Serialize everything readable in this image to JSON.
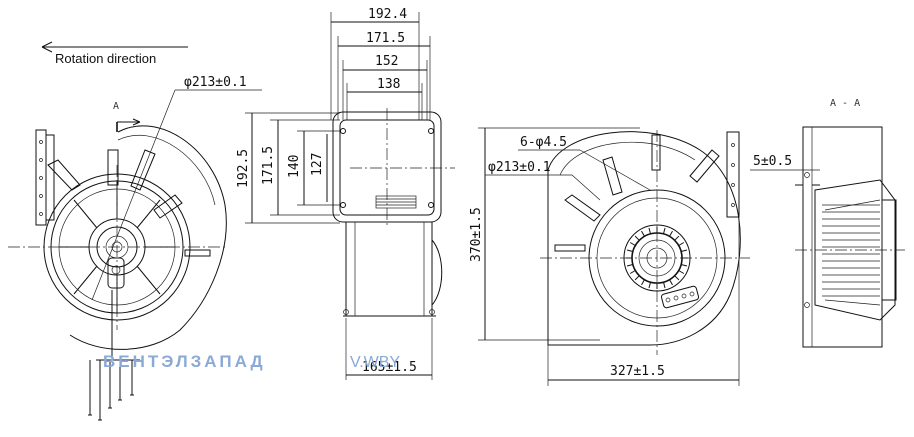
{
  "rotation": {
    "label": "Rotation direction",
    "arrow_icon": "arrow-left-icon"
  },
  "front_view": {
    "diameter": "φ213±0.1",
    "section_marker": "A"
  },
  "side_view": {
    "widths": [
      "192.4",
      "171.5",
      "152",
      "138"
    ],
    "heights": [
      "192.5",
      "171.5",
      "140",
      "127"
    ],
    "depth": "165±1.5"
  },
  "rear_view": {
    "holes": "6-φ4.5",
    "diameter": "φ213±0.1",
    "height": "370±1.5",
    "width": "327±1.5"
  },
  "section_view": {
    "title": "A - A",
    "offset": "5±0.5"
  },
  "watermark": {
    "brand": "ВЕНТЭЛЗАПАД",
    "domain": "V.WBY"
  }
}
